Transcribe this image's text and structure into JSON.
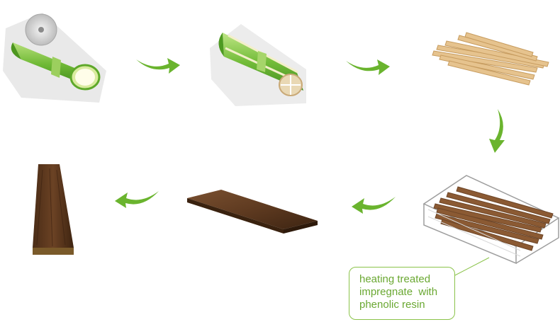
{
  "diagram": {
    "type": "process-flow",
    "steps": [
      {
        "name": "bamboo-cutting",
        "icon": "bamboo-saw-icon"
      },
      {
        "name": "bamboo-splitting",
        "icon": "split-bamboo-icon"
      },
      {
        "name": "bamboo-strips",
        "icon": "strips-icon"
      },
      {
        "name": "resin-treatment",
        "icon": "stacked-strips-icon"
      },
      {
        "name": "pressed-board",
        "icon": "board-icon"
      },
      {
        "name": "finished-plank",
        "icon": "plank-icon"
      }
    ],
    "callout": {
      "lines": [
        "heating treated",
        "impregnate  with",
        "phenolic resin"
      ]
    },
    "colors": {
      "arrow": "#6ab42e",
      "callout_border": "#8bc34a",
      "callout_text": "#6aa832",
      "bamboo": "#7cc242",
      "strip": "#e3c089",
      "treated_wood": "#5a3a22"
    }
  }
}
